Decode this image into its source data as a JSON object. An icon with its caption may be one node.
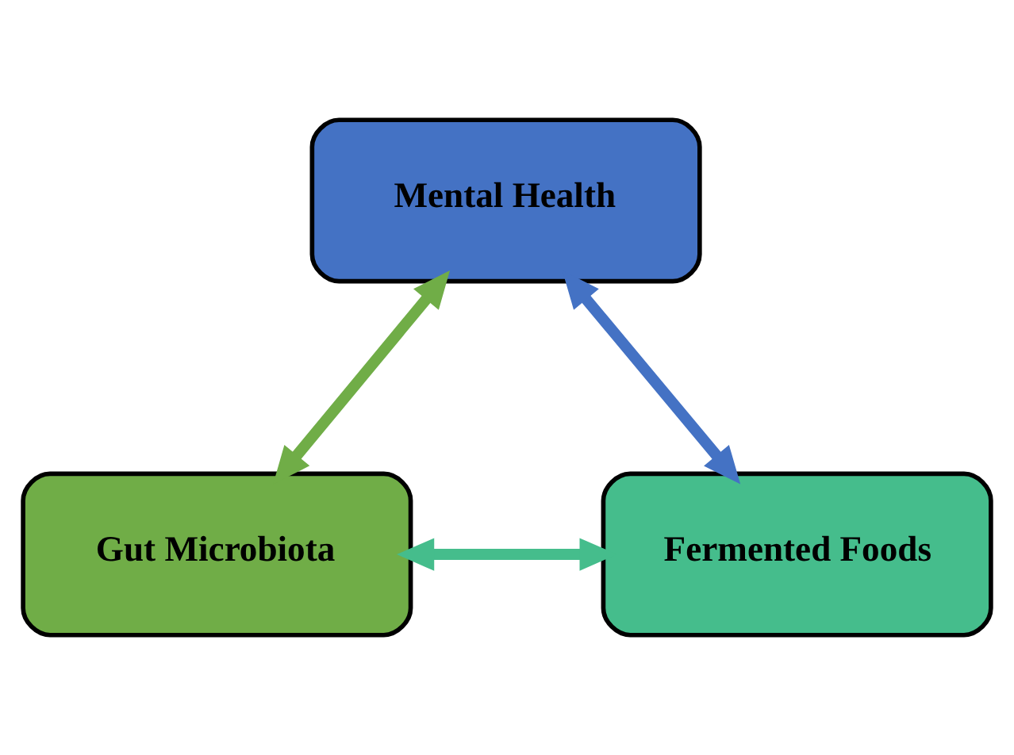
{
  "diagram": {
    "nodes": [
      {
        "text": [
          "Mental Health"
        ]
      },
      {
        "text": [
          "Gut Microbiota"
        ]
      },
      {
        "text": [
          "Fermented Foods"
        ]
      }
    ],
    "edges": [
      {
        "from": 1,
        "to": 0,
        "arrow": "both",
        "color": "#70ad47"
      },
      {
        "from": 0,
        "to": 2,
        "arrow": "both",
        "color": "#4472c4"
      },
      {
        "from": 1,
        "to": 2,
        "arrow": "both",
        "color": "#45bd8c"
      }
    ]
  }
}
